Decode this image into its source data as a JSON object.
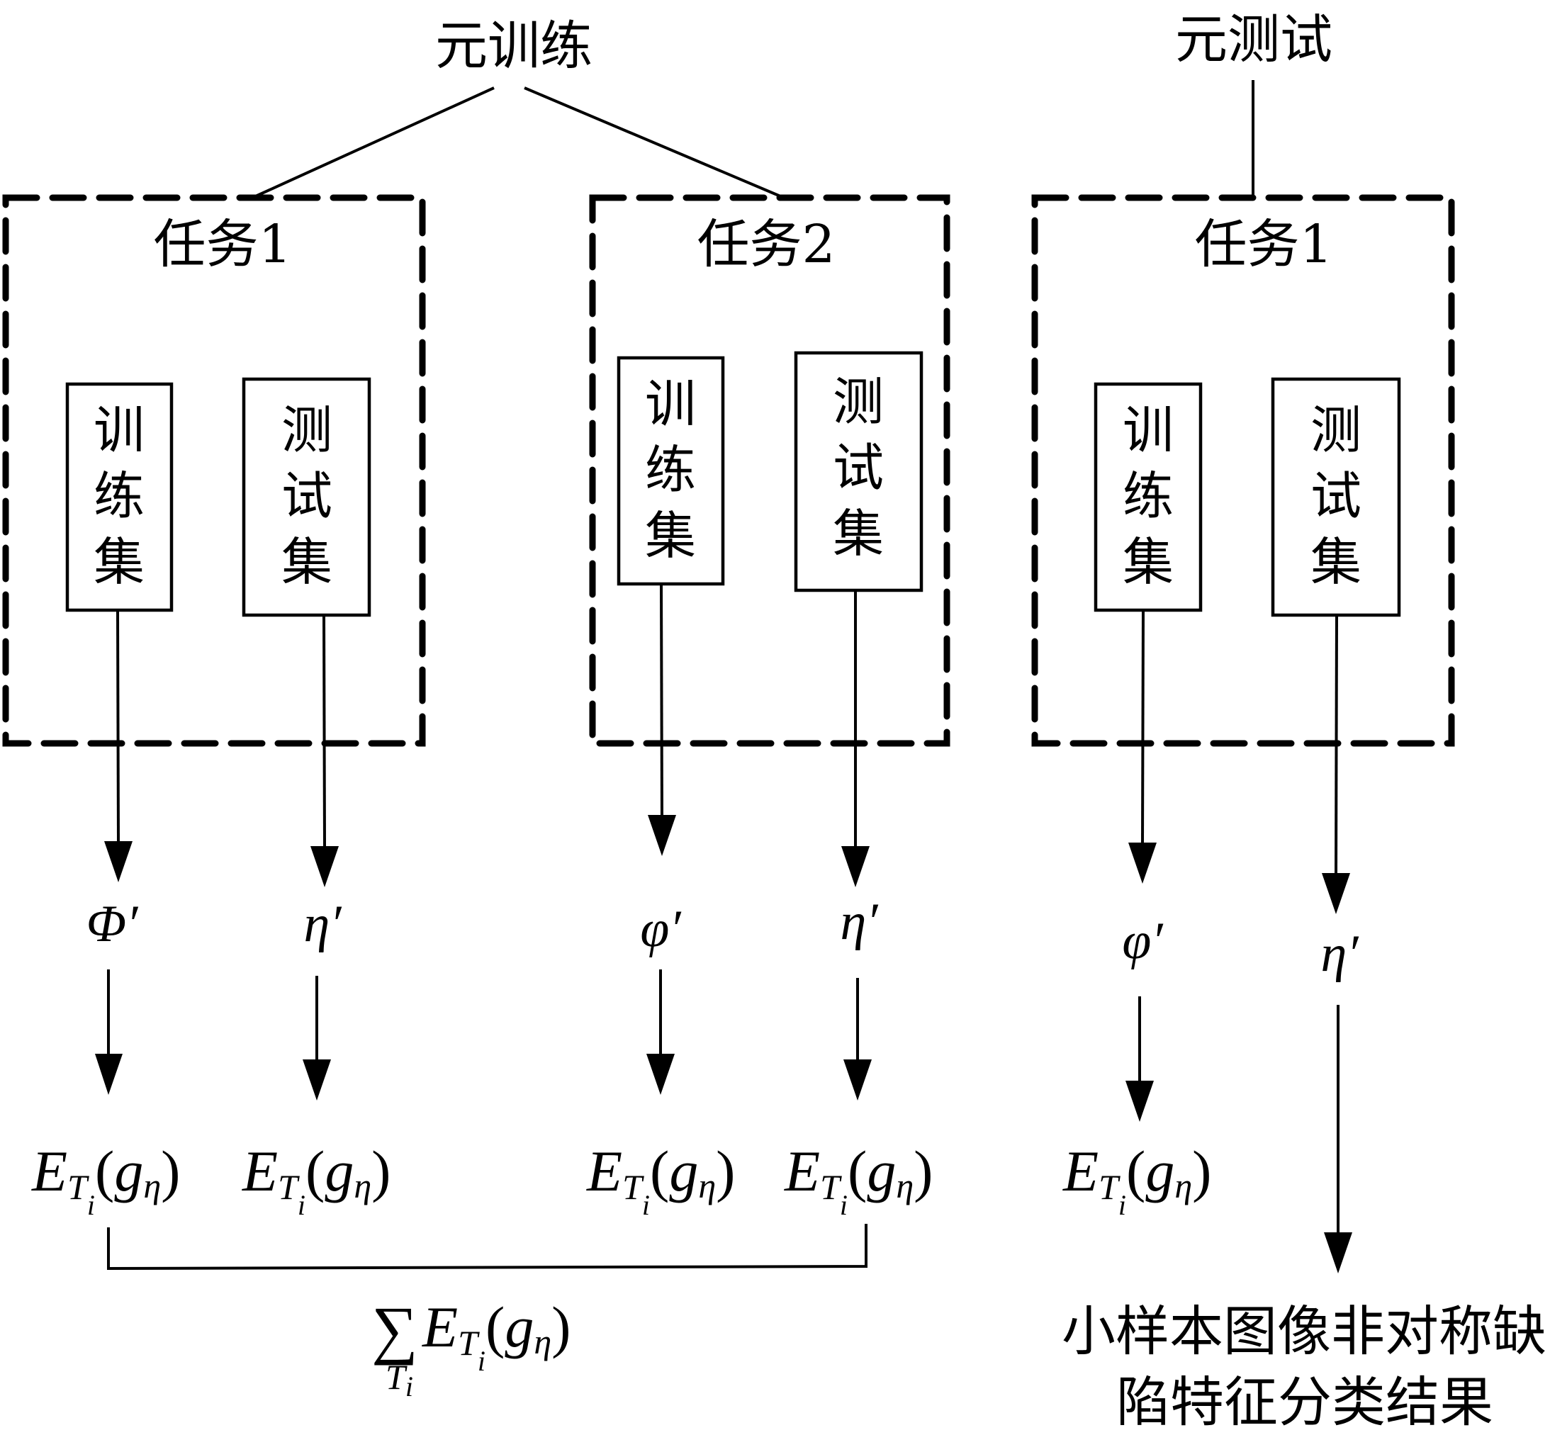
{
  "meta_training": {
    "title": "元训练",
    "tasks": [
      {
        "label": "任务1",
        "train_set": [
          "训",
          "练",
          "集"
        ],
        "test_set": [
          "测",
          "试",
          "集"
        ],
        "train_param": "Φ′",
        "test_param": "η′",
        "train_loss": {
          "E": "E",
          "sub": "T",
          "subsub": "i",
          "arg_open": "(",
          "g": "g",
          "g_sub": "η",
          "arg_close": ")"
        },
        "test_loss": {
          "E": "E",
          "sub": "T",
          "subsub": "i",
          "arg_open": "(",
          "g": "g",
          "g_sub": "η",
          "arg_close": ")"
        }
      },
      {
        "label": "任务2",
        "train_set": [
          "训",
          "练",
          "集"
        ],
        "test_set": [
          "测",
          "试",
          "集"
        ],
        "train_param": "φ′",
        "test_param": "η′",
        "train_loss": {
          "E": "E",
          "sub": "T",
          "subsub": "i",
          "arg_open": "(",
          "g": "g",
          "g_sub": "η",
          "arg_close": ")"
        },
        "test_loss": {
          "E": "E",
          "sub": "T",
          "subsub": "i",
          "arg_open": "(",
          "g": "g",
          "g_sub": "η",
          "arg_close": ")"
        }
      }
    ],
    "sum": {
      "sigma": "∑",
      "under": "T",
      "under_sub": "i",
      "E": "E",
      "sub": "T",
      "subsub": "i",
      "arg_open": "(",
      "g": "g",
      "g_sub": "η",
      "arg_close": ")"
    }
  },
  "meta_testing": {
    "title": "元测试",
    "task": {
      "label": "任务1",
      "train_set": [
        "训",
        "练",
        "集"
      ],
      "test_set": [
        "测",
        "试",
        "集"
      ],
      "train_param": "φ′",
      "test_param": "η′",
      "train_loss": {
        "E": "E",
        "sub": "T",
        "subsub": "i",
        "arg_open": "(",
        "g": "g",
        "g_sub": "η",
        "arg_close": ")"
      }
    },
    "result": [
      "小样本图像非对称缺",
      "陷特征分类结果"
    ]
  }
}
